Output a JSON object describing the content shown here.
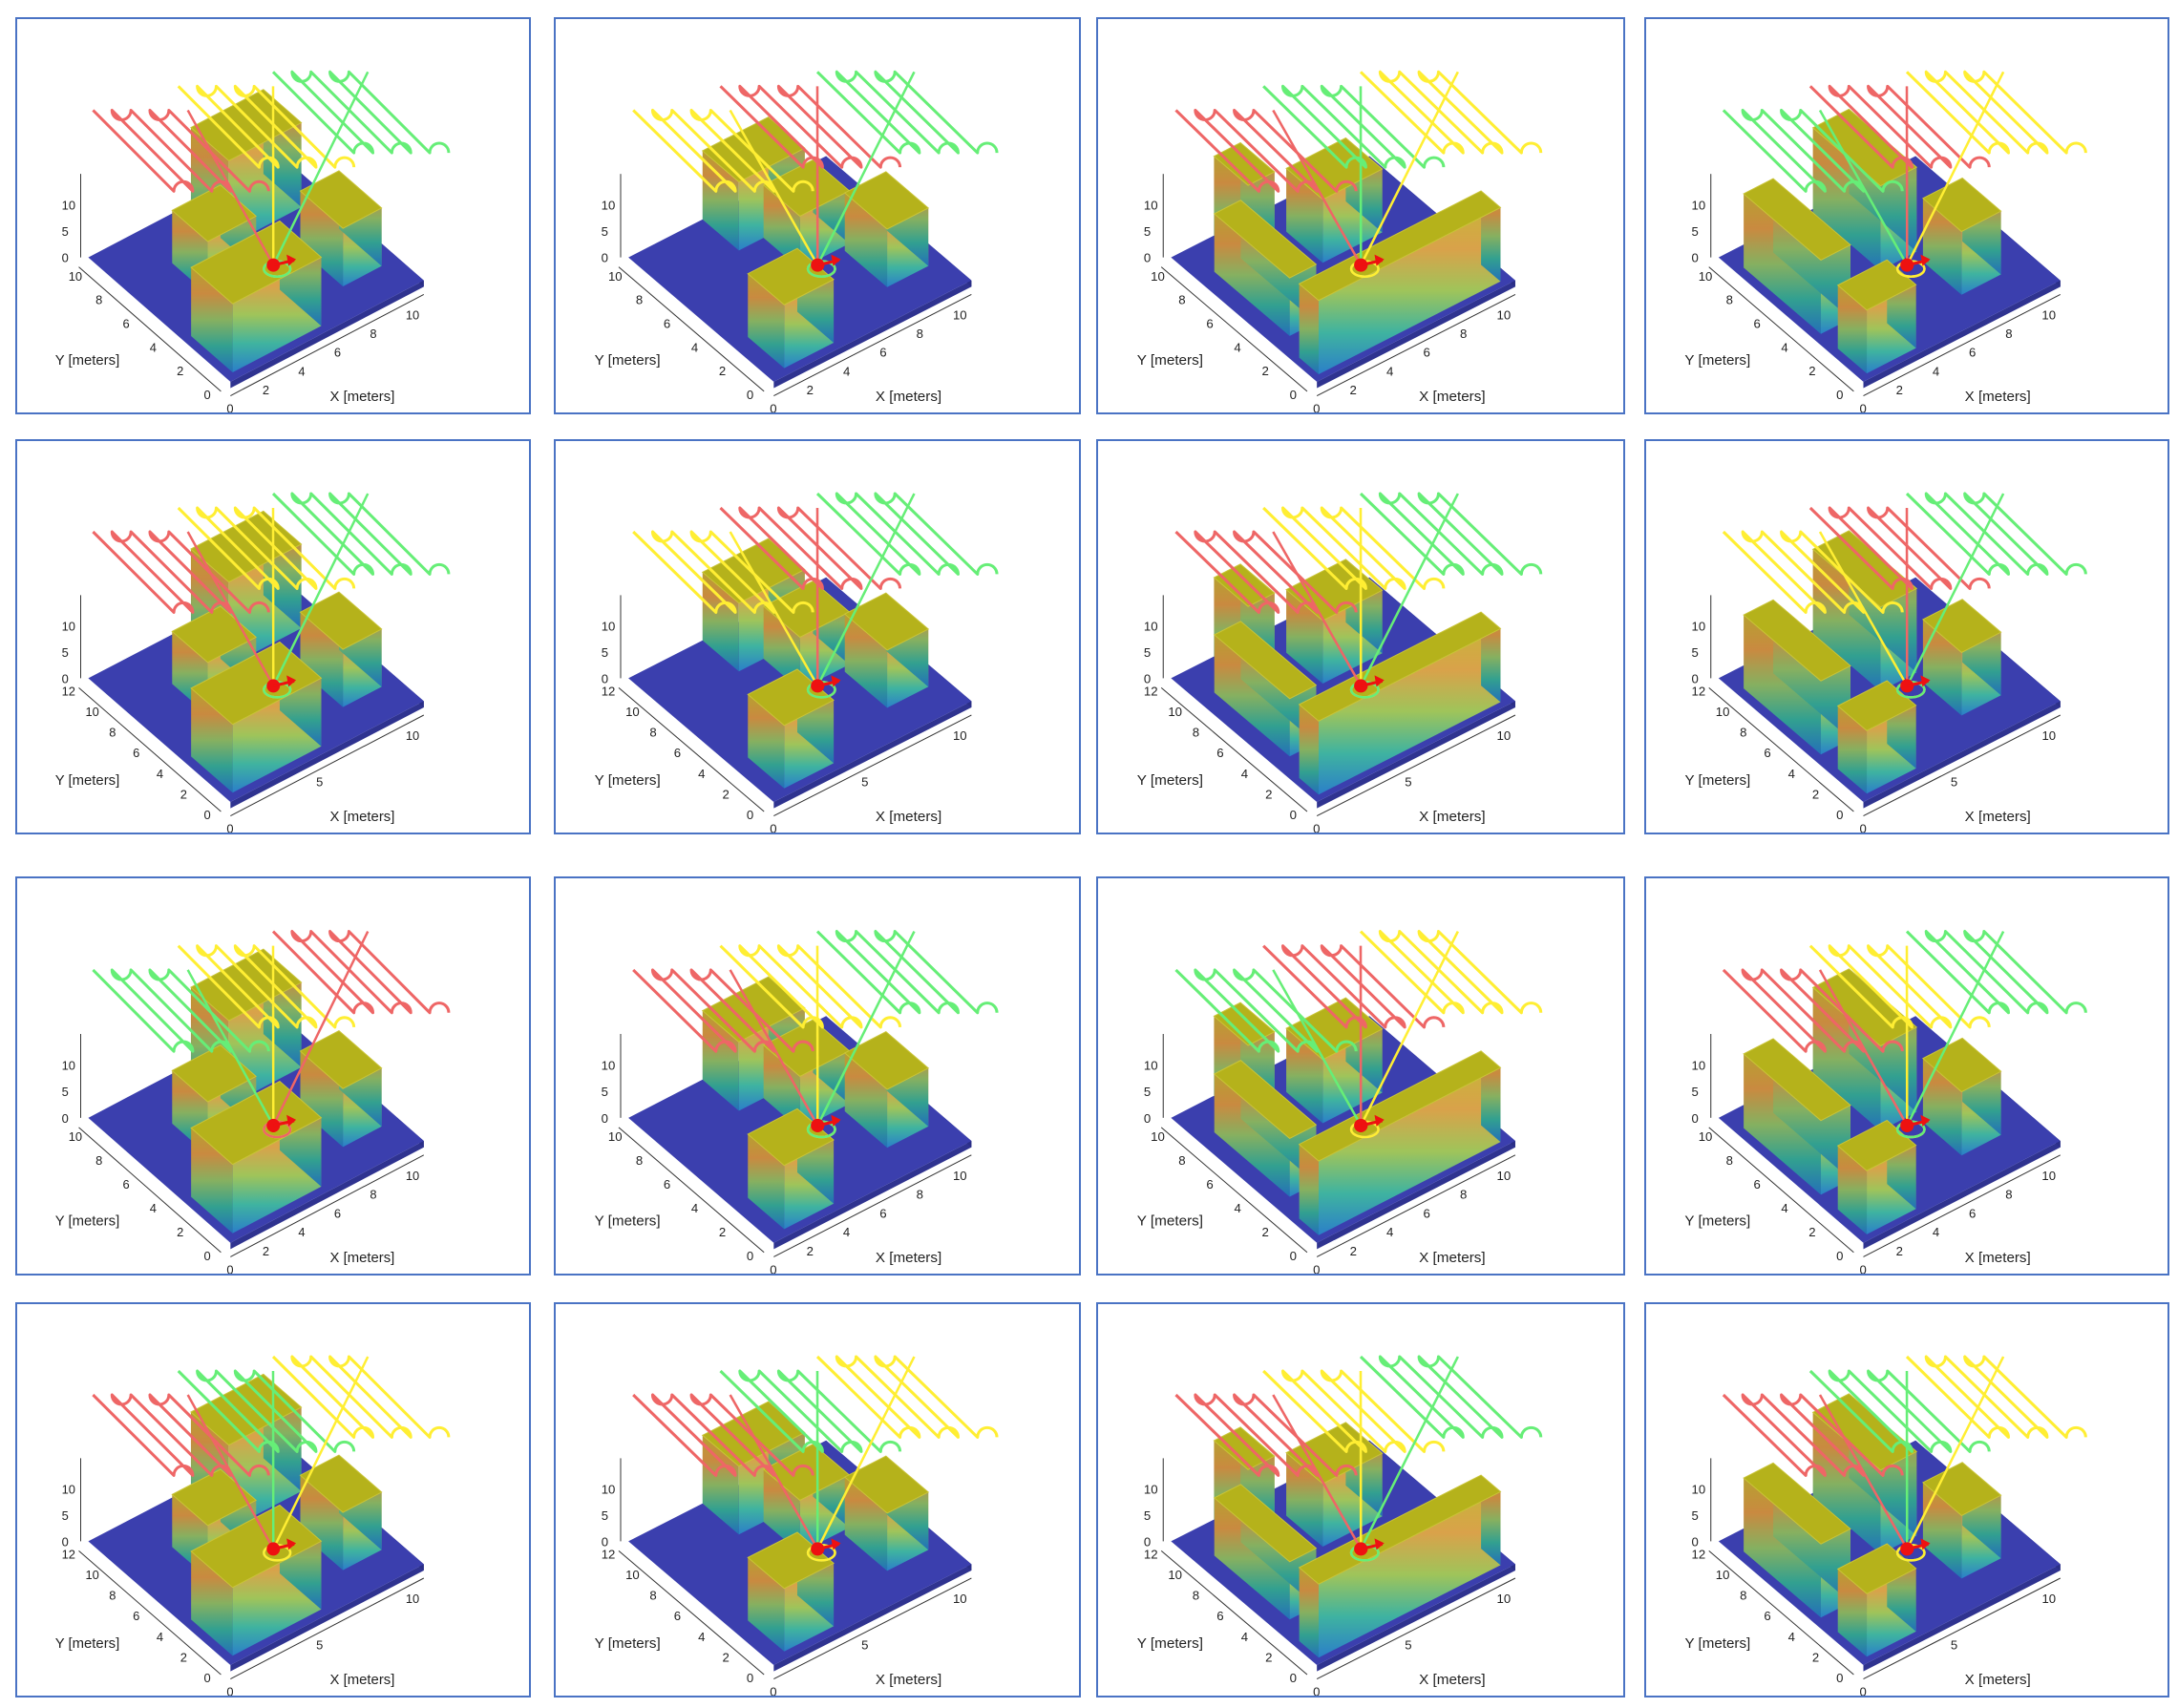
{
  "colors": {
    "ground": "#3b3fae",
    "building_top": "#b5b21b",
    "building_gradient": [
      "#c8b33a",
      "#d9a24a",
      "#9fc45a",
      "#3fb3a0",
      "#2b7fc9"
    ],
    "path_red": "#ee6666",
    "path_yellow": "#ffee33",
    "path_green": "#66ee77",
    "uav_marker": "#ee1111",
    "frame": "#4a73c4"
  },
  "axis_labels": {
    "x": "X [meters]",
    "y": "Y [meters]"
  },
  "panels": [
    {
      "layout": "A",
      "z_ticks": [
        "10",
        "5",
        "0"
      ],
      "y_ticks": [
        "10",
        "8",
        "6",
        "4",
        "2",
        "0"
      ],
      "x_ticks": [
        "0",
        "2",
        "4",
        "6",
        "8",
        "10"
      ],
      "order": [
        "red",
        "yellow",
        "green"
      ]
    },
    {
      "layout": "B",
      "z_ticks": [
        "10",
        "5",
        "0"
      ],
      "y_ticks": [
        "10",
        "8",
        "6",
        "4",
        "2",
        "0"
      ],
      "x_ticks": [
        "0",
        "2",
        "4",
        "6",
        "8",
        "10"
      ],
      "order": [
        "yellow",
        "red",
        "green"
      ]
    },
    {
      "layout": "C",
      "z_ticks": [
        "10",
        "5",
        "0"
      ],
      "y_ticks": [
        "10",
        "8",
        "6",
        "4",
        "2",
        "0"
      ],
      "x_ticks": [
        "0",
        "2",
        "4",
        "6",
        "8",
        "10"
      ],
      "order": [
        "red",
        "green",
        "yellow"
      ]
    },
    {
      "layout": "D",
      "z_ticks": [
        "10",
        "5",
        "0"
      ],
      "y_ticks": [
        "10",
        "8",
        "6",
        "4",
        "2",
        "0"
      ],
      "x_ticks": [
        "0",
        "2",
        "4",
        "6",
        "8",
        "10"
      ],
      "order": [
        "green",
        "red",
        "yellow"
      ]
    },
    {
      "layout": "A",
      "z_ticks": [
        "10",
        "5",
        "0"
      ],
      "y_ticks": [
        "12",
        "10",
        "8",
        "6",
        "4",
        "2",
        "0"
      ],
      "x_ticks": [
        "0",
        "5",
        "10"
      ],
      "order": [
        "red",
        "yellow",
        "green"
      ]
    },
    {
      "layout": "B",
      "z_ticks": [
        "10",
        "5",
        "0"
      ],
      "y_ticks": [
        "12",
        "10",
        "8",
        "6",
        "4",
        "2",
        "0"
      ],
      "x_ticks": [
        "0",
        "5",
        "10"
      ],
      "order": [
        "yellow",
        "red",
        "green"
      ]
    },
    {
      "layout": "C",
      "z_ticks": [
        "10",
        "5",
        "0"
      ],
      "y_ticks": [
        "12",
        "10",
        "8",
        "6",
        "4",
        "2",
        "0"
      ],
      "x_ticks": [
        "0",
        "5",
        "10"
      ],
      "order": [
        "red",
        "yellow",
        "green"
      ]
    },
    {
      "layout": "D",
      "z_ticks": [
        "10",
        "5",
        "0"
      ],
      "y_ticks": [
        "12",
        "10",
        "8",
        "6",
        "4",
        "2",
        "0"
      ],
      "x_ticks": [
        "0",
        "5",
        "10"
      ],
      "order": [
        "yellow",
        "red",
        "green"
      ]
    },
    {
      "layout": "A",
      "z_ticks": [
        "10",
        "5",
        "0"
      ],
      "y_ticks": [
        "10",
        "8",
        "6",
        "4",
        "2",
        "0"
      ],
      "x_ticks": [
        "0",
        "2",
        "4",
        "6",
        "8",
        "10"
      ],
      "order": [
        "green",
        "yellow",
        "red"
      ]
    },
    {
      "layout": "B",
      "z_ticks": [
        "10",
        "5",
        "0"
      ],
      "y_ticks": [
        "10",
        "8",
        "6",
        "4",
        "2",
        "0"
      ],
      "x_ticks": [
        "0",
        "2",
        "4",
        "6",
        "8",
        "10"
      ],
      "order": [
        "red",
        "yellow",
        "green"
      ]
    },
    {
      "layout": "C",
      "z_ticks": [
        "10",
        "5",
        "0"
      ],
      "y_ticks": [
        "10",
        "8",
        "6",
        "4",
        "2",
        "0"
      ],
      "x_ticks": [
        "0",
        "2",
        "4",
        "6",
        "8",
        "10"
      ],
      "order": [
        "green",
        "red",
        "yellow"
      ]
    },
    {
      "layout": "D",
      "z_ticks": [
        "10",
        "5",
        "0"
      ],
      "y_ticks": [
        "10",
        "8",
        "6",
        "4",
        "2",
        "0"
      ],
      "x_ticks": [
        "0",
        "2",
        "4",
        "6",
        "8",
        "10"
      ],
      "order": [
        "red",
        "yellow",
        "green"
      ]
    },
    {
      "layout": "A",
      "z_ticks": [
        "10",
        "5",
        "0"
      ],
      "y_ticks": [
        "12",
        "10",
        "8",
        "6",
        "4",
        "2",
        "0"
      ],
      "x_ticks": [
        "0",
        "5",
        "10"
      ],
      "order": [
        "red",
        "green",
        "yellow"
      ]
    },
    {
      "layout": "B",
      "z_ticks": [
        "10",
        "5",
        "0"
      ],
      "y_ticks": [
        "12",
        "10",
        "8",
        "6",
        "4",
        "2",
        "0"
      ],
      "x_ticks": [
        "0",
        "5",
        "10"
      ],
      "order": [
        "red",
        "green",
        "yellow"
      ]
    },
    {
      "layout": "C",
      "z_ticks": [
        "10",
        "5",
        "0"
      ],
      "y_ticks": [
        "12",
        "10",
        "8",
        "6",
        "4",
        "2",
        "0"
      ],
      "x_ticks": [
        "0",
        "5",
        "10"
      ],
      "order": [
        "red",
        "yellow",
        "green"
      ]
    },
    {
      "layout": "D",
      "z_ticks": [
        "10",
        "5",
        "0"
      ],
      "y_ticks": [
        "12",
        "10",
        "8",
        "6",
        "4",
        "2",
        "0"
      ],
      "x_ticks": [
        "0",
        "5",
        "10"
      ],
      "order": [
        "red",
        "green",
        "yellow"
      ]
    }
  ]
}
